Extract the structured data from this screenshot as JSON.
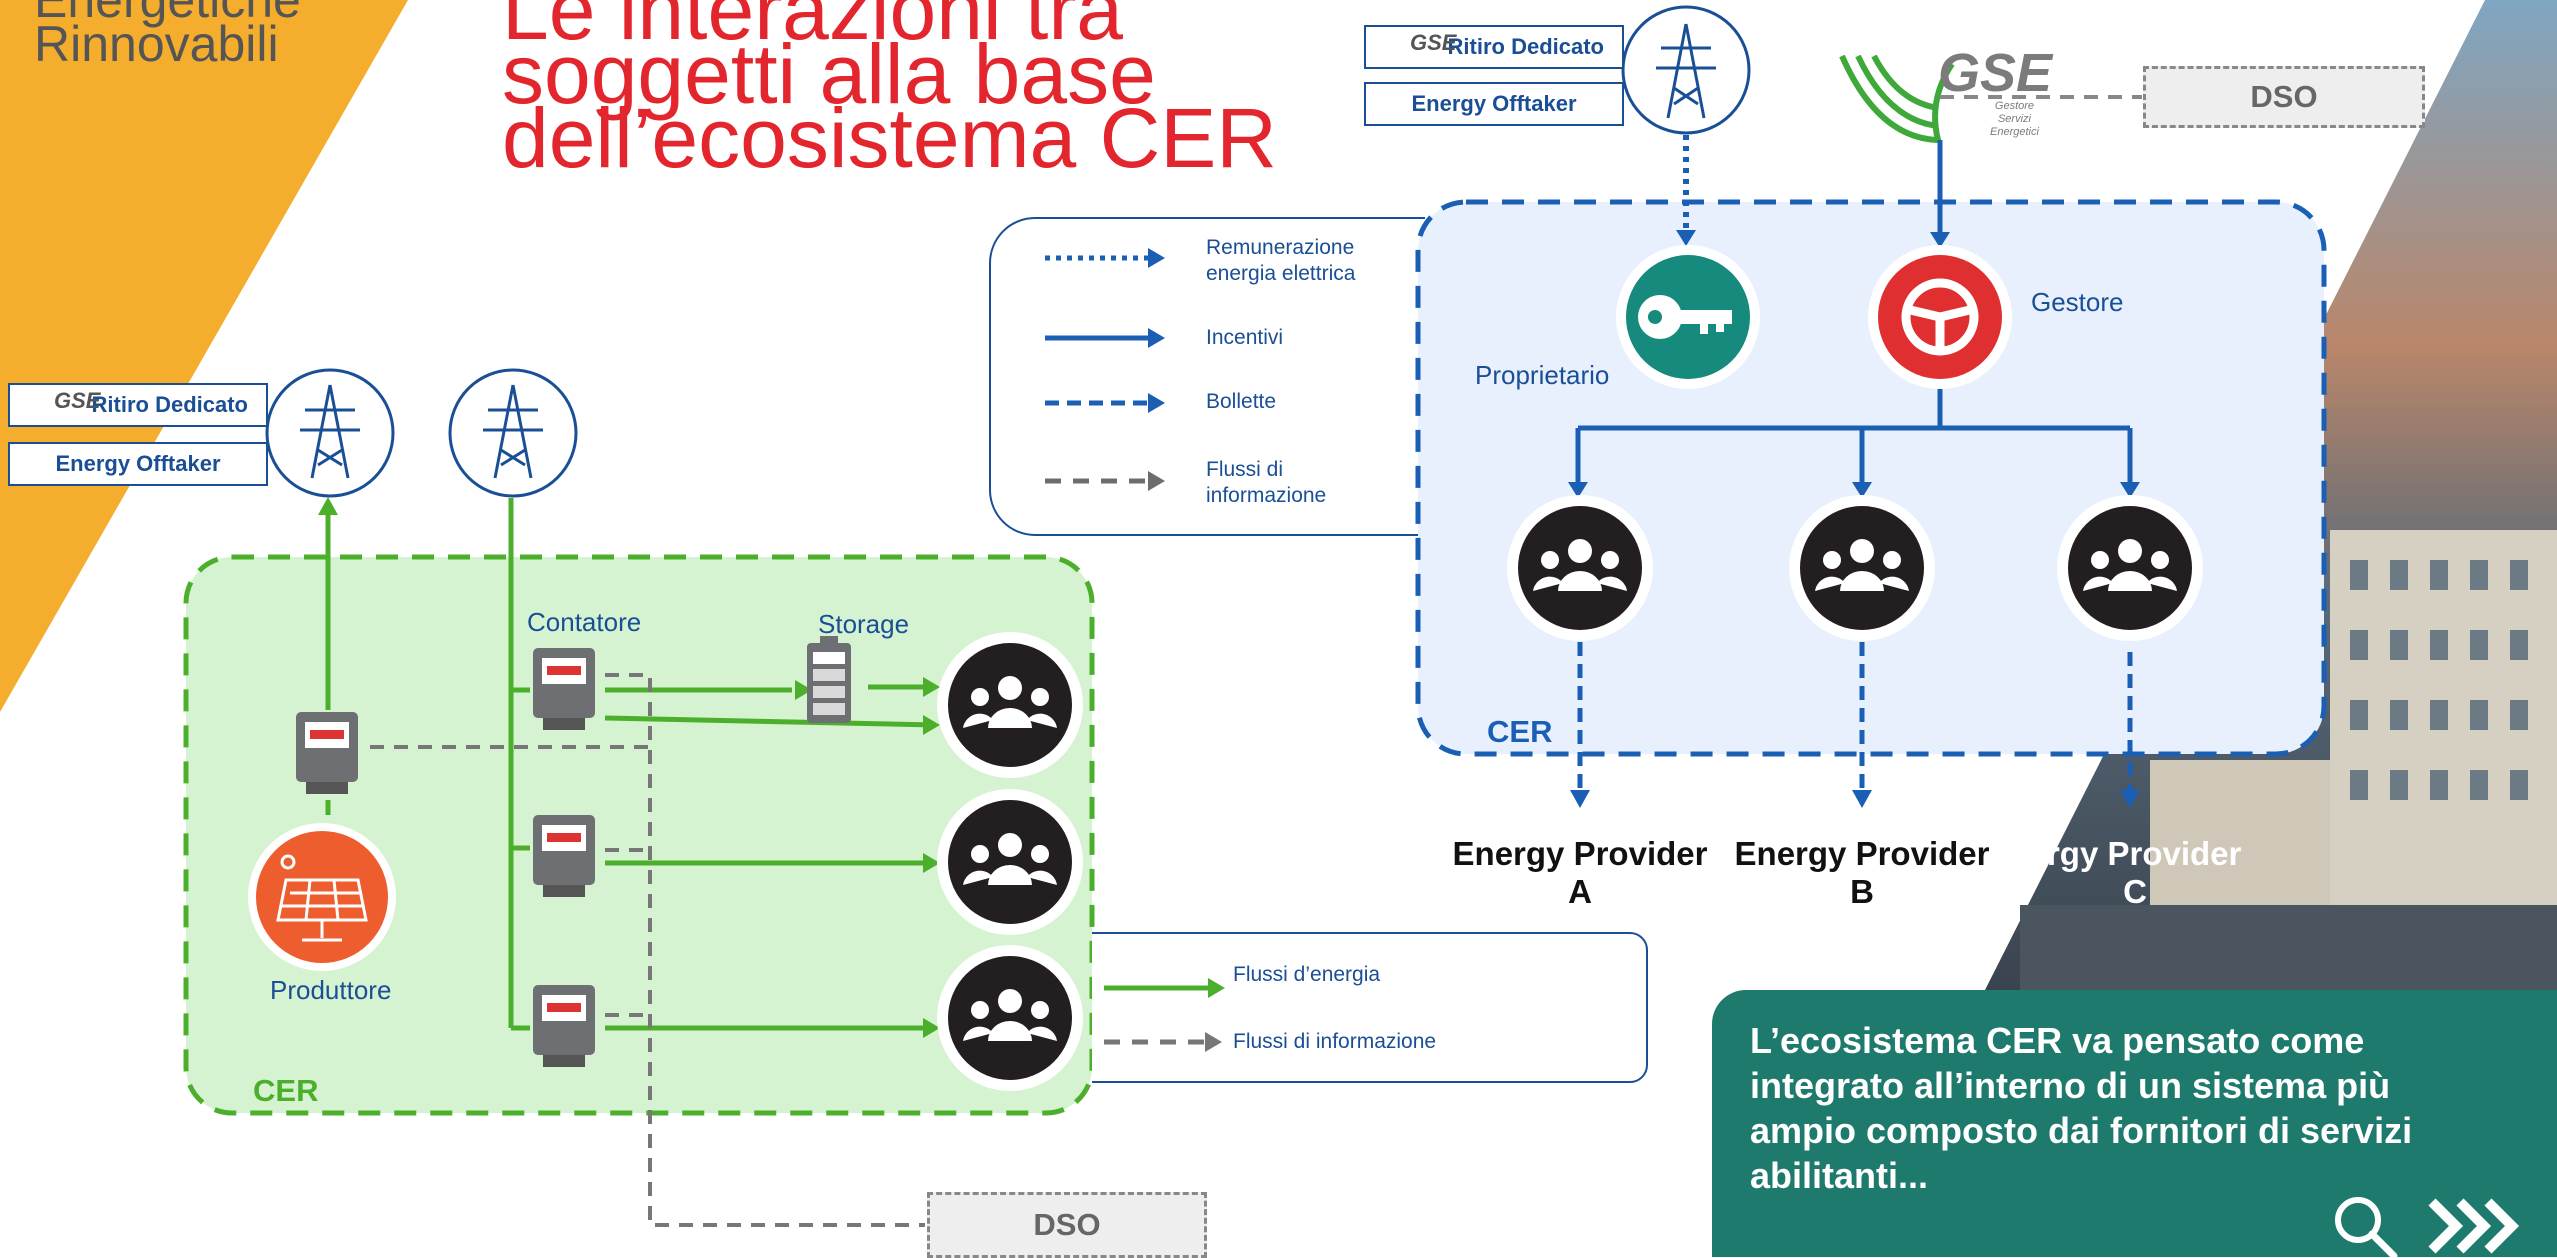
{
  "colors": {
    "orange": "#f5ad2d",
    "title_red": "#e3262e",
    "green": "#4caf2c",
    "green_area": "#d5f3d0",
    "blue": "#1a4f96",
    "blue_area": "#e8f0fd",
    "teal": "#1e7a6c",
    "red_icon": "#e02f30"
  },
  "sidebar": {
    "title": "Energetiche\nRinnovabili"
  },
  "main_title": "Le interazioni tra\nsoggetti alla base\ndell’ecosistema CER",
  "left_diagram": {
    "gse_logo": "GSE",
    "tag_ritiro": "Ritiro Dedicato",
    "tag_offtaker": "Energy Offtaker",
    "label_contatore": "Contatore",
    "label_storage": "Storage",
    "label_produttore": "Produttore",
    "label_cer": "CER",
    "dso": "DSO",
    "legend": {
      "energy": "Flussi d’energia",
      "info": "Flussi di informazione"
    }
  },
  "right_diagram": {
    "gse_logo": "GSE",
    "gse_sub": "Gestore\nServizi\nEnergetici",
    "tag_ritiro": "Ritiro Dedicato",
    "tag_offtaker": "Energy Offtaker",
    "dso": "DSO",
    "label_proprietario": "Proprietario",
    "label_gestore": "Gestore",
    "label_cer": "CER",
    "legend": {
      "remunerazione": "Remunerazione\nenergia elettrica",
      "incentivi": "Incentivi",
      "bollette": "Bollette",
      "informazione": "Flussi di\ninformazione"
    },
    "providers": [
      "Energy Provider\nA",
      "Energy Provider\nB",
      "ergy Provider\nC"
    ]
  },
  "callout": {
    "text": "L’ecosistema CER va pensato come integrato all’interno di un sistema più ampio composto dai fornitori di servizi abilitanti...",
    "icons": [
      "search-icon",
      "chevrons-right-icon"
    ]
  }
}
